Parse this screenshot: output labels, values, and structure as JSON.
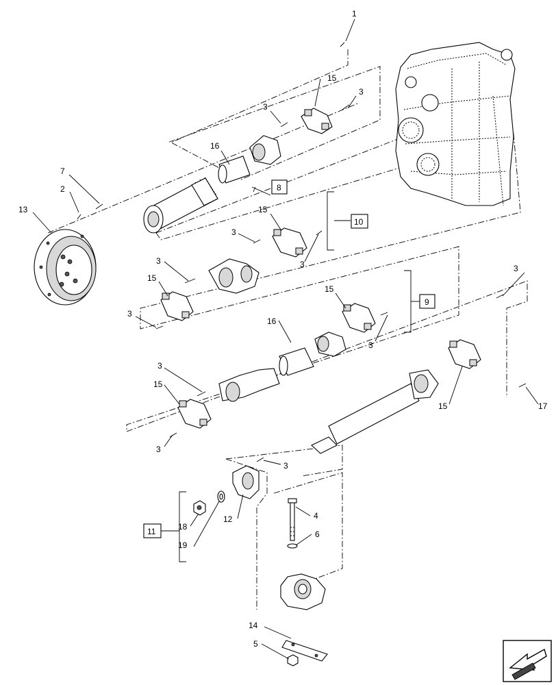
{
  "callouts": {
    "c1": "1",
    "c2": "2",
    "c3": "3",
    "c4": "4",
    "c5": "5",
    "c6": "6",
    "c7": "7",
    "c8": "8",
    "c9": "9",
    "c10": "10",
    "c11": "11",
    "c12": "12",
    "c13": "13",
    "c14": "14",
    "c15": "15",
    "c16": "16",
    "c17": "17",
    "c18": "18",
    "c19": "19"
  },
  "icons": {
    "nav": "direction-arrow-icon"
  }
}
